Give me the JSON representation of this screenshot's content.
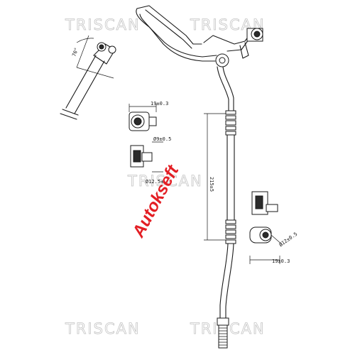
{
  "watermarks": {
    "top_left": "TRISCAN",
    "top_right": "TRISCAN",
    "middle": "TRISCAN",
    "bottom_left": "TRISCAN",
    "bottom_right": "TRISCAN"
  },
  "brand_overlay": "Autokseft",
  "dimensions": {
    "angle_label": "70°",
    "top_detail_width": "19±0.3",
    "diameter_small": "Ø9±0.5",
    "diameter_large": "Ø12.5±",
    "hose_length": "215±5",
    "right_detail_diameter": "Ø12±0.5",
    "right_detail_width": "19±0.3"
  },
  "colors": {
    "line": "#1a1a1a",
    "watermark": "#c4c4c4",
    "brand": "#e31e24"
  }
}
